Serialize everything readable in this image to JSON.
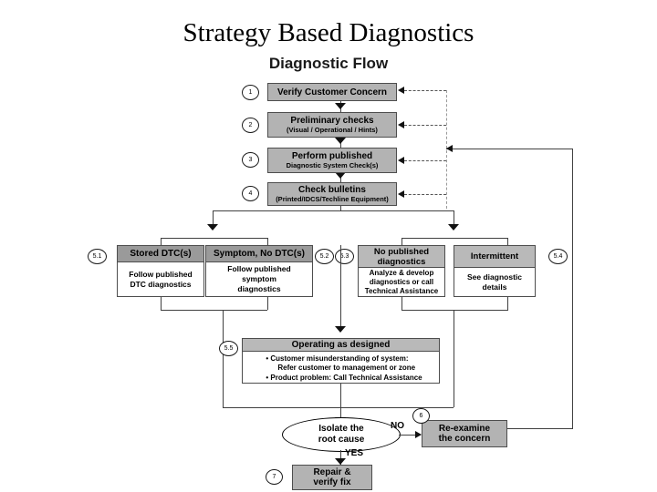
{
  "title": "Strategy Based Diagnostics",
  "subtitle": "Diagnostic Flow",
  "steps": [
    {
      "num": "1",
      "line1": "Verify Customer Concern",
      "line2": ""
    },
    {
      "num": "2",
      "line1": "Preliminary checks",
      "line2": "(Visual / Operational / Hints)"
    },
    {
      "num": "3",
      "line1": "Perform published",
      "line2": "Diagnostic System Check(s)"
    },
    {
      "num": "4",
      "line1": "Check bulletins",
      "line2": "(Printed/IDCS/Techline Equipment)"
    }
  ],
  "branches": [
    {
      "num": "5.1",
      "header": "Stored DTC(s)",
      "body": "Follow published\nDTC diagnostics"
    },
    {
      "num": "5.2",
      "header": "Symptom, No DTC(s)",
      "body": "Follow published\nsymptom\ndiagnostics"
    },
    {
      "num": "5.3",
      "header": "No published\ndiagnostics",
      "body": "Analyze & develop\ndiagnostics or call\nTechnical Assistance"
    },
    {
      "num": "5.4",
      "header": "Intermittent",
      "body": "See diagnostic\ndetails"
    }
  ],
  "operating": {
    "num": "5.5",
    "header": "Operating as designed",
    "bullets": [
      "• Customer misunderstanding of system:",
      "Refer customer to management or zone",
      "• Product problem: Call Technical Assistance"
    ]
  },
  "decision": {
    "line1": "Isolate the",
    "line2": "root cause"
  },
  "edge_labels": {
    "no": "NO",
    "yes": "YES"
  },
  "reexamine": {
    "num": "6",
    "line1": "Re-examine",
    "line2": "the concern"
  },
  "repair": {
    "num": "7",
    "line1": "Repair &",
    "line2": "verify fix"
  },
  "colors": {
    "step_fill": "#b3b3b3",
    "header_dark": "#9a9a9a",
    "header_light": "#b9b9b9",
    "body_fill": "#ffffff",
    "stroke": "#4d4d4d",
    "connector": "#404040"
  }
}
